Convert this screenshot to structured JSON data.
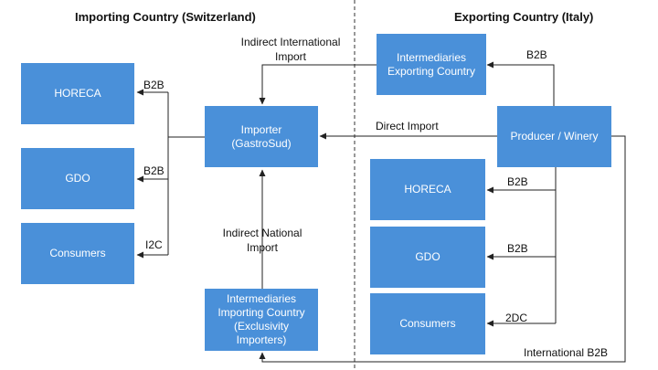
{
  "headers": {
    "importing": "Importing Country (Switzerland)",
    "exporting": "Exporting Country (Italy)"
  },
  "boxes": {
    "horeca_ch": "HORECA",
    "gdo_ch": "GDO",
    "consumers_ch": "Consumers",
    "importer_line1": "Importer",
    "importer_line2": "(GastroSud)",
    "intermediaries_importing_line1": "Intermediaries",
    "intermediaries_importing_line2": "Importing Country",
    "intermediaries_importing_line3": "(Exclusivity",
    "intermediaries_importing_line4": "Importers)",
    "intermediaries_exporting_line1": "Intermediaries",
    "intermediaries_exporting_line2": "Exporting Country",
    "producer": "Producer / Winery",
    "horeca_it": "HORECA",
    "gdo_it": "GDO",
    "consumers_it": "Consumers"
  },
  "labels": {
    "indirect_international_line1": "Indirect International",
    "indirect_international_line2": "Import",
    "direct_import": "Direct Import",
    "indirect_national_line1": "Indirect National",
    "indirect_national_line2": "Import",
    "b2b_horeca_ch": "B2B",
    "b2b_gdo_ch": "B2B",
    "i2c": "I2C",
    "b2b_intermediaries_exp": "B2B",
    "b2b_horeca_it": "B2B",
    "b2b_gdo_it": "B2B",
    "dc2": "2DC",
    "international_b2b": "International B2B"
  },
  "colors": {
    "box": "#4a90d9",
    "line": "#222222",
    "divider": "#333333"
  }
}
